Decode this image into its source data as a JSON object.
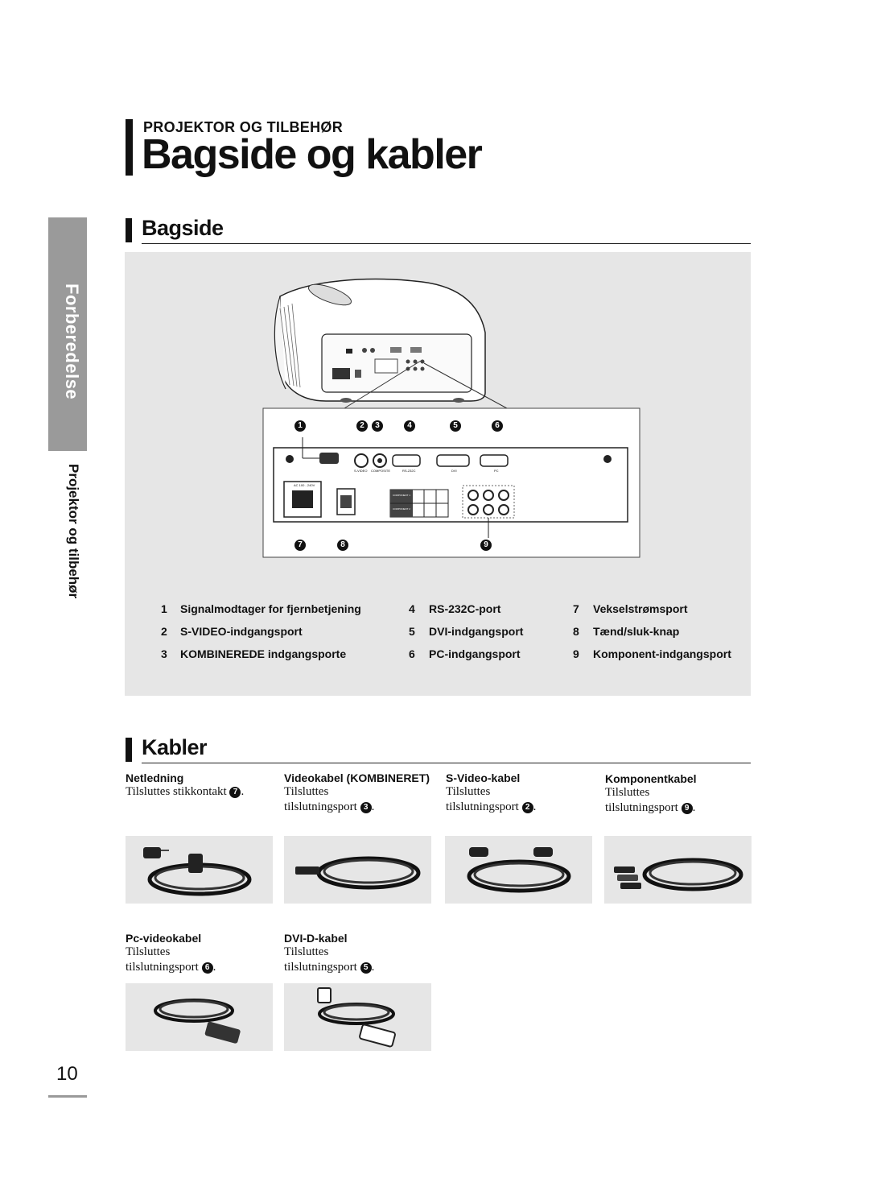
{
  "side_tab": {
    "main": "Forberedelse",
    "sub": "Projektor og tilbehør"
  },
  "header": {
    "kicker": "PROJEKTOR OG TILBEHØR",
    "title": "Bagside og kabler"
  },
  "sections": {
    "bagside": "Bagside",
    "kabler": "Kabler"
  },
  "diagram": {
    "callouts": [
      "1",
      "2",
      "3",
      "4",
      "5",
      "6",
      "7",
      "8",
      "9"
    ],
    "panel_labels": {
      "svideo": "S-VIDEO",
      "composite": "COMPOSITE",
      "rs232c": "RS-232C",
      "dvi": "DVI",
      "pc": "PC",
      "ac": "AC 100 - 240V",
      "component1": "COMPONENT 1",
      "component2": "COMPONENT 2"
    }
  },
  "legend": [
    {
      "num": "1",
      "label": "Signalmodtager for fjernbetjening"
    },
    {
      "num": "2",
      "label": "S-VIDEO-indgangsport"
    },
    {
      "num": "3",
      "label": "KOMBINEREDE indgangsporte"
    },
    {
      "num": "4",
      "label": "RS-232C-port"
    },
    {
      "num": "5",
      "label": "DVI-indgangsport"
    },
    {
      "num": "6",
      "label": "PC-indgangsport"
    },
    {
      "num": "7",
      "label": "Vekselstrømsport"
    },
    {
      "num": "8",
      "label": "Tænd/sluk-knap"
    },
    {
      "num": "9",
      "label": "Komponent-indgangsport"
    }
  ],
  "cables": [
    {
      "title": "Netledning",
      "line1": "Tilsluttes stikkontakt",
      "line2": "",
      "port": "7"
    },
    {
      "title": "Videokabel (KOMBINERET)",
      "line1": "Tilsluttes",
      "line2": "tilslutningsport",
      "port": "3"
    },
    {
      "title": "S-Video-kabel",
      "line1": "Tilsluttes",
      "line2": "tilslutningsport",
      "port": "2"
    },
    {
      "title": "Komponentkabel",
      "line1": "Tilsluttes",
      "line2": "tilslutningsport",
      "port": "9"
    },
    {
      "title": "Pc-videokabel",
      "line1": "Tilsluttes",
      "line2": "tilslutningsport",
      "port": "6"
    },
    {
      "title": "DVI-D-kabel",
      "line1": "Tilsluttes",
      "line2": "tilslutningsport",
      "port": "5"
    }
  ],
  "page_number": "10"
}
